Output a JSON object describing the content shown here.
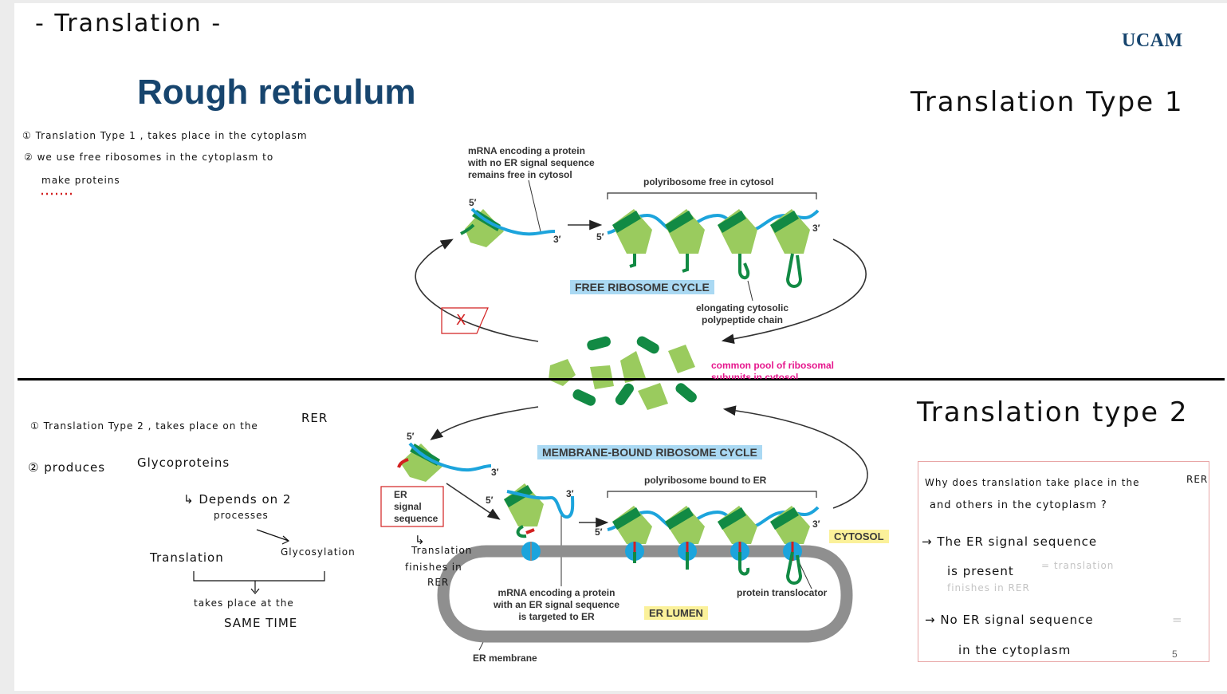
{
  "colors": {
    "heading": "#17456e",
    "ribosome_dark": "#128a44",
    "ribosome_light": "#9acb5e",
    "mrna": "#1ca4dc",
    "pink_label": "#e6178d",
    "free_cycle_tag": "#aad9f3",
    "yellow_tag": "#fbf19a",
    "membrane": "#8f8f8f",
    "annotation_red": "#d22020"
  },
  "slide": {
    "handwritten_title": "- Translation -",
    "brand": "UCAM",
    "heading": "Rough reticulum",
    "type1_title": "Translation Type 1",
    "type2_title": "Translation type 2",
    "page_number": "5"
  },
  "notes_top": [
    "① Translation Type 1 , takes place in the cytoplasm",
    "② we use free ribosomes in the cytoplasm to",
    "make proteins"
  ],
  "notes_bottom": {
    "line1": "① Translation Type 2 , takes place on the",
    "line1_end": "RER",
    "line2": "② produces",
    "line2_end": "Glycoproteins",
    "depends": "↳ Depends on 2",
    "processes": "processes",
    "translation": "Translation",
    "glycosylation": "Glycosylation",
    "takes_place": "takes place at the",
    "same_time": "SAME TIME",
    "er_note_1": "↳",
    "er_note_2": "Translation",
    "er_note_3": "finishes in",
    "er_note_4": "RER"
  },
  "diagram": {
    "mrna_free_1": "mRNA encoding a protein",
    "mrna_free_2": "with no ER signal sequence",
    "mrna_free_3": "remains free in cytosol",
    "polyribosome_free": "polyribosome free in cytosol",
    "free_cycle": "FREE RIBOSOME CYCLE",
    "elongating_1": "elongating cytosolic",
    "elongating_2": "polypeptide chain",
    "common_pool_1": "common pool of ribosomal",
    "common_pool_2": "subunits in cytosol",
    "membrane_cycle": "MEMBRANE-BOUND RIBOSOME CYCLE",
    "polyribosome_bound": "polyribosome bound to ER",
    "er_signal_1": "ER",
    "er_signal_2": "signal",
    "er_signal_3": "sequence",
    "cytosol": "CYTOSOL",
    "protein_translocator": "protein translocator",
    "mrna_er_1": "mRNA encoding a protein",
    "mrna_er_2": "with an ER signal sequence",
    "mrna_er_3": "is targeted to ER",
    "er_lumen": "ER LUMEN",
    "er_membrane": "ER membrane",
    "five_prime": "5′",
    "three_prime": "3′",
    "cross_mark": "X"
  },
  "note_box": {
    "q1": "Why does translation take place in the",
    "q1_end": "RER",
    "q2": "and others in the cytoplasm ?",
    "a1": "→ The ER signal sequence",
    "a2": "is present",
    "a2_faint": "= translation",
    "a3_faint": "finishes in RER",
    "a4": "→ No ER signal sequence",
    "a4_end": "=",
    "a5": "in the cytoplasm"
  }
}
